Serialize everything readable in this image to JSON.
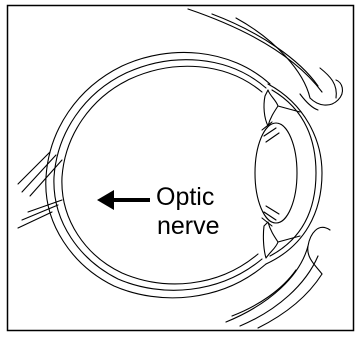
{
  "diagram": {
    "label_lines": [
      "Optic",
      "nerve"
    ],
    "colors": {
      "stroke": "#000000",
      "background": "#ffffff"
    },
    "icons": [
      "eye-cross-section",
      "left-arrow"
    ]
  }
}
